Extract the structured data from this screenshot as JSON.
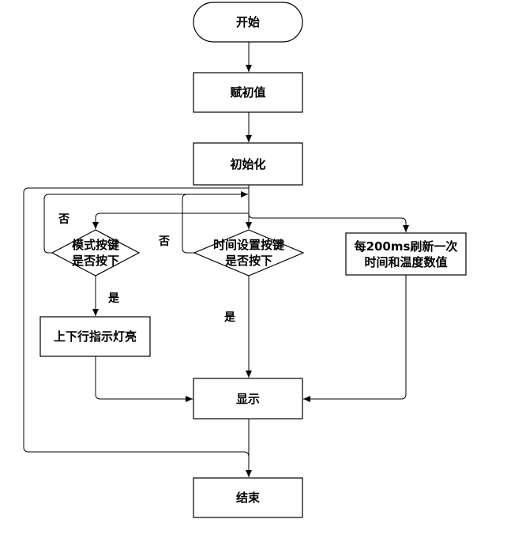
{
  "nodes": {
    "start": "开始",
    "init_values": "赋初值",
    "initialize": "初始化",
    "mode_check": "模式按键\n是否按下",
    "time_set_check": "时间设置按键\n是否按下",
    "refresh_box": "每200ms刷新一次\n时间和温度数值",
    "led_on": "上下行指示灯亮",
    "display": "显示",
    "end": "结束"
  },
  "labels": {
    "no_mode": "否",
    "no_time": "否",
    "yes_mode": "是",
    "yes_time": "是"
  }
}
